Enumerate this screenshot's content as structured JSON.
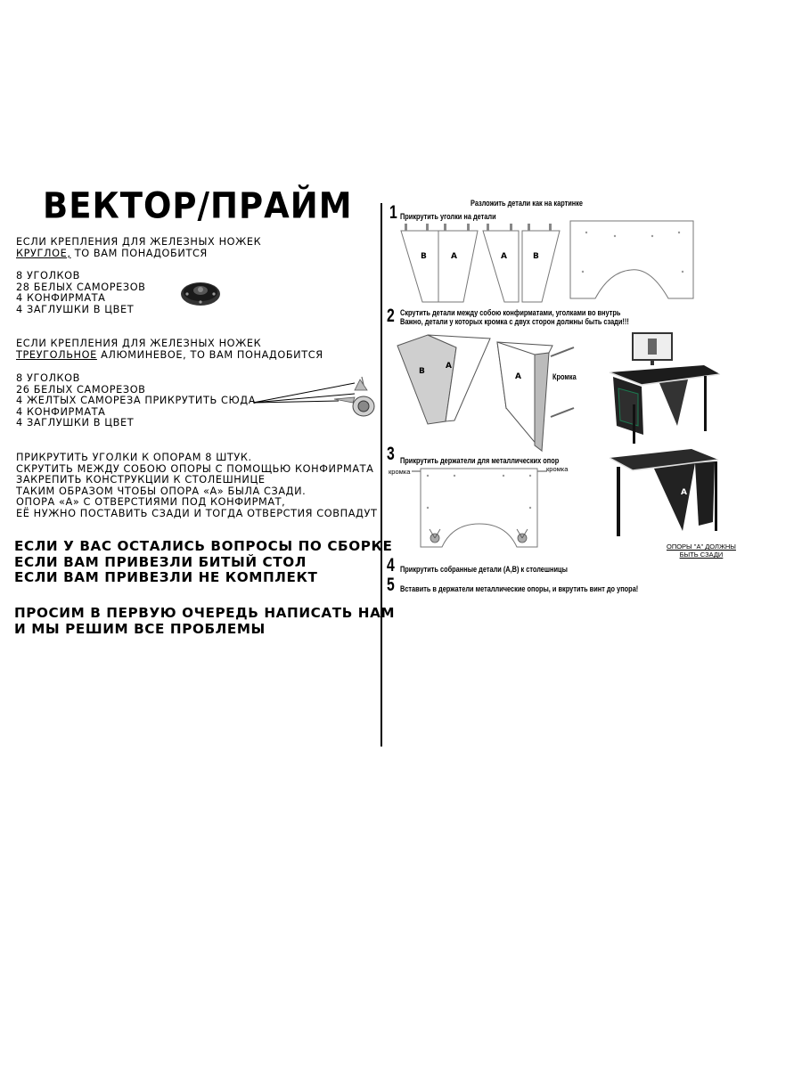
{
  "title": "ВЕКТОР/ПРАЙМ",
  "left": {
    "round_intro_1": "ЕСЛИ КРЕПЛЕНИЯ ДЛЯ ЖЕЛЕЗНЫХ НОЖЕК",
    "round_intro_2_u": "КРУГЛОЕ,",
    "round_intro_2_rest": " ТО ВАМ ПОНАДОБИТСЯ",
    "round_items": [
      "8 УГОЛКОВ",
      "28 БЕЛЫХ САМОРЕЗОВ",
      "4 КОНФИРМАТА",
      "4 ЗАГЛУШКИ В ЦВЕТ"
    ],
    "tri_intro_1": "ЕСЛИ КРЕПЛЕНИЯ ДЛЯ ЖЕЛЕЗНЫХ НОЖЕК",
    "tri_intro_2_u": "ТРЕУГОЛЬНОЕ",
    "tri_intro_2_rest": " АЛЮМИНЕВОЕ, ТО ВАМ ПОНАДОБИТСЯ",
    "tri_items": [
      "8 УГОЛКОВ",
      "26 БЕЛЫХ САМОРЕЗОВ",
      "4 ЖЕЛТЫХ САМОРЕЗА ПРИКРУТИТЬ СЮДА",
      "4 КОНФИРМАТА",
      "4 ЗАГЛУШКИ В ЦВЕТ"
    ],
    "instructions": [
      "ПРИКРУТИТЬ УГОЛКИ К ОПОРАМ 8 ШТУК.",
      "СКРУТИТЬ МЕЖДУ СОБОЮ ОПОРЫ С ПОМОЩЬЮ КОНФИРМАТА",
      "ЗАКРЕПИТЬ КОНСТРУКЦИИ К СТОЛЕШНИЦЕ",
      "ТАКИМ ОБРАЗОМ ЧТОБЫ ОПОРА  «А» БЫЛА СЗАДИ.",
      "ОПОРА «А» С ОТВЕРСТИЯМИ ПОД КОНФИРМАТ,",
      "ЕЁ НУЖНО ПОСТАВИТЬ СЗАДИ И ТОГДА ОТВЕРСТИЯ СОВПАДУТ"
    ],
    "questions": [
      "ЕСЛИ У ВАС ОСТАЛИСЬ ВОПРОСЫ ПО СБОРКЕ",
      "ЕСЛИ ВАМ ПРИВЕЗЛИ БИТЫЙ СТОЛ",
      "ЕСЛИ ВАМ ПРИВЕЗЛИ НЕ КОМПЛЕКТ"
    ],
    "request": [
      "ПРОСИМ В ПЕРВУЮ ОЧЕРЕДЬ НАПИСАТЬ НАМ",
      "И МЫ РЕШИМ ВСЕ ПРОБЛЕМЫ"
    ]
  },
  "right": {
    "header": "Разложить детали как на картинке",
    "steps": [
      {
        "num": "1",
        "text": "Прикрутить уголки на детали"
      },
      {
        "num": "2",
        "text": "Скрутить детали между собою конфирматами, уголками во внутрь",
        "text2": "Важно, детали у которых кромка с двух сторон  должны быть сзади!!!"
      },
      {
        "num": "3",
        "text": "Прикрутить держатели для металлических опор"
      },
      {
        "num": "4",
        "text": "Прикрутить собранные детали (А,В) к столешницы"
      },
      {
        "num": "5",
        "text": "Вставить в держатели металлические опоры, и вкрутить винт до упора!"
      }
    ],
    "panel_labels": [
      "В",
      "А",
      "А",
      "В"
    ],
    "kromka": "Кромка",
    "kromka_left": "кромка",
    "kromka_right": "кромка",
    "note_line1": "ОПОРЫ \"А\" ДОЛЖНЫ",
    "note_line2": "БЫТЬ СЗАДИ",
    "desk_letter": "A"
  }
}
